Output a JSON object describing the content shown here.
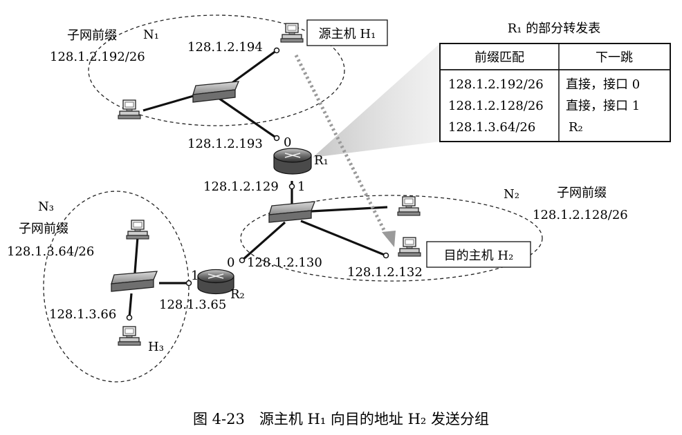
{
  "figure": {
    "caption": "图 4-23　源主机 H₁ 向目的地址 H₂ 发送分组"
  },
  "subnets": {
    "n1": {
      "name": "N₁",
      "title": "子网前缀",
      "prefix": "128.1.2.192/26"
    },
    "n2": {
      "name": "N₂",
      "title": "子网前缀",
      "prefix": "128.1.2.128/26"
    },
    "n3": {
      "name": "N₃",
      "title": "子网前缀",
      "prefix": "128.1.3.64/26"
    }
  },
  "hosts": {
    "src": {
      "label": "源主机 H₁",
      "ip": "128.1.2.194"
    },
    "dst": {
      "label": "目的主机 H₂",
      "ip": "128.1.2.132"
    },
    "h3": {
      "label": "H₃",
      "ip": "128.1.3.66"
    }
  },
  "routers": {
    "r1": {
      "name": "R₁",
      "if0_num": "0",
      "if0_ip": "128.1.2.193",
      "if1_num": "1",
      "if1_ip": "128.1.2.129"
    },
    "r2": {
      "name": "R₂",
      "if0_num": "0",
      "if0_ip": "128.1.2.130",
      "if1_num": "1",
      "if1_ip": "128.1.3.65"
    }
  },
  "forwarding_table": {
    "title": "R₁ 的部分转发表",
    "headers": [
      "前缀匹配",
      "下一跳"
    ],
    "rows": [
      [
        "128.1.2.192/26",
        "直接，接口 0"
      ],
      [
        "128.1.2.128/26",
        "直接，接口 1"
      ],
      [
        "128.1.3.64/26",
        "R₂"
      ]
    ]
  }
}
